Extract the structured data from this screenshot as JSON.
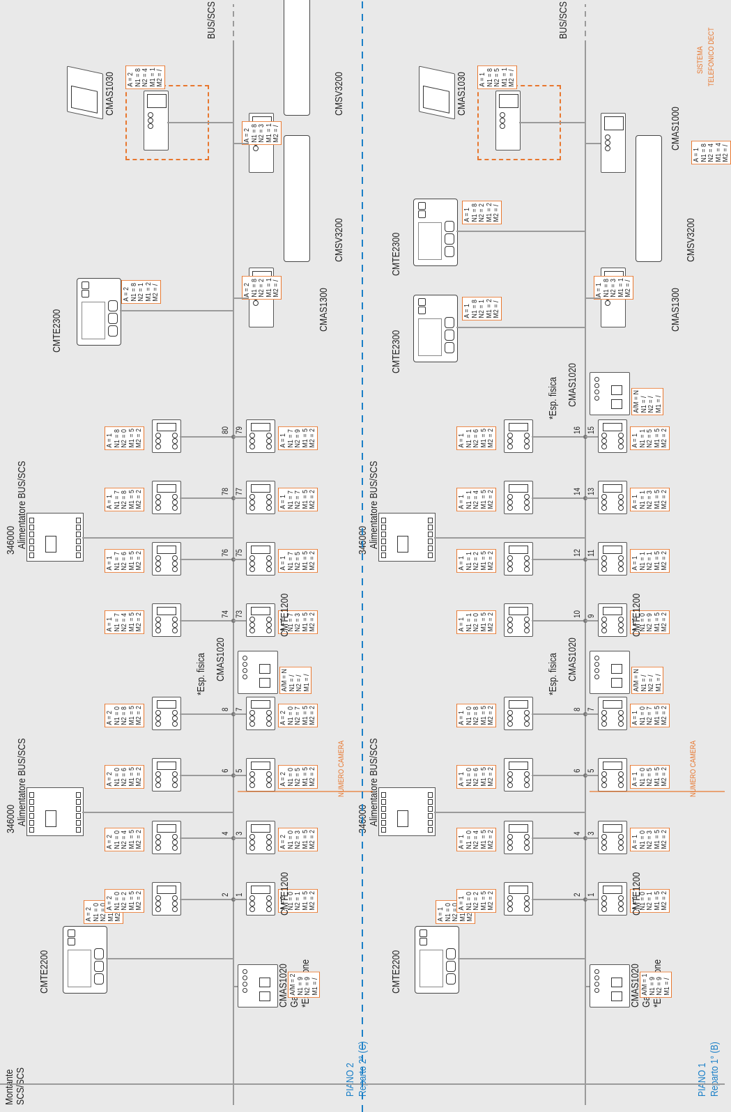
{
  "colors": {
    "accent": "#e8772e",
    "blue": "#1a7fc7",
    "bus": "#9a9a9a",
    "background": "#e9e9e9"
  },
  "riser": {
    "label1": "Montante",
    "label2": "SCS/SCS"
  },
  "sections": [
    {
      "title": "PIANO 2",
      "subtitle": "Reparto 2° (C)"
    },
    {
      "title": "PIANO 1",
      "subtitle": "Reparto 1° (B)"
    }
  ],
  "labels": {
    "bus": "BUS/SCS",
    "cmte2200": "CMTE2200",
    "cmte2300": "CMTE2300",
    "cmte1200": "CMTE1200",
    "cmas1020": "CMAS1020",
    "cmas1300": "CMAS1300",
    "cmas1030": "CMAS1030",
    "cmas1000": "CMAS1000",
    "cmsv3200": "CMSV3200",
    "psu_code": "346000",
    "psu_name": "Alimentatore  BUS/SCS",
    "gateway1": "*Espansione",
    "gateway2": "Gateway",
    "espfisica": "*Esp. fisica",
    "numero_camera": "NUMERO CAMERA",
    "dect1": "SISTEMA",
    "dect2": "TELEFONICO DECT"
  },
  "upper": {
    "gateway_cfg": [
      "A/M = 2",
      "N1 = 9",
      "N2 = 9",
      "M1 = /"
    ],
    "cmte2200_cfg": [
      "A = 2",
      "N1 = 0",
      "N2 = 0",
      "M1 = 1",
      "M2 = 0"
    ],
    "esp_cfg": [
      "A/M = N",
      "N1 = /",
      "N2 = /",
      "M1 = /"
    ],
    "cmte2300_cfg": [
      "A = 2",
      "N1 = 8",
      "N2 = 1",
      "M1 = 2",
      "M2 = /"
    ],
    "cmsv_a_cfg": [
      "A = 2",
      "N1 = 8",
      "N2 = 2",
      "M1 = 1",
      "M2 = /"
    ],
    "cmsv_b_cfg": [
      "A = 2",
      "N1 = 8",
      "N2 = 3",
      "M1 = 1",
      "M2 = /"
    ],
    "cmas1030_cfg": [
      "A = 2",
      "N1 = 8",
      "N2 = 4",
      "M1 = 1",
      "M2 = /"
    ],
    "rooms": [
      {
        "top": "2",
        "bot": "1",
        "top_cfg": [
          "A = 2",
          "N1 = 0",
          "N2 = 2",
          "M1 = 5",
          "M2 = 2"
        ],
        "bot_cfg": [
          "A = 2",
          "N1 = 0",
          "N2 = 1",
          "M1 = 5",
          "M2 = 2"
        ]
      },
      {
        "top": "4",
        "bot": "3",
        "top_cfg": [
          "A = 2",
          "N1 = 0",
          "N2 = 4",
          "M1 = 5",
          "M2 = 2"
        ],
        "bot_cfg": [
          "A = 2",
          "N1 = 0",
          "N2 = 3",
          "M1 = 5",
          "M2 = 2"
        ]
      },
      {
        "top": "6",
        "bot": "5",
        "top_cfg": [
          "A = 2",
          "N1 = 0",
          "N2 = 6",
          "M1 = 5",
          "M2 = 2"
        ],
        "bot_cfg": [
          "A = 2",
          "N1 = 0",
          "N2 = 5",
          "M1 = 5",
          "M2 = 2"
        ]
      },
      {
        "top": "8",
        "bot": "7",
        "top_cfg": [
          "A = 2",
          "N1 = 0",
          "N2 = 8",
          "M1 = 5",
          "M2 = 2"
        ],
        "bot_cfg": [
          "A = 2",
          "N1 = 0",
          "N2 = 7",
          "M1 = 5",
          "M2 = 2"
        ]
      },
      {
        "top": "74",
        "bot": "73",
        "top_cfg": [
          "A = 1",
          "N1 = 7",
          "N2 = 4",
          "M1 = 5",
          "M2 = 2"
        ],
        "bot_cfg": [
          "A = 1",
          "N1 = 7",
          "N2 = 3",
          "M1 = 5",
          "M2 = 2"
        ]
      },
      {
        "top": "76",
        "bot": "75",
        "top_cfg": [
          "A = 1",
          "N1 = 7",
          "N2 = 6",
          "M1 = 5",
          "M2 = 2"
        ],
        "bot_cfg": [
          "A = 1",
          "N1 = 7",
          "N2 = 5",
          "M1 = 5",
          "M2 = 2"
        ]
      },
      {
        "top": "78",
        "bot": "77",
        "top_cfg": [
          "A = 1",
          "N1 = 7",
          "N2 = 8",
          "M1 = 5",
          "M2 = 2"
        ],
        "bot_cfg": [
          "A = 1",
          "N1 = 7",
          "N2 = 7",
          "M1 = 5",
          "M2 = 2"
        ]
      },
      {
        "top": "80",
        "bot": "79",
        "top_cfg": [
          "A = 1",
          "N1 = 8",
          "N2 = 0",
          "M1 = 5",
          "M2 = 2"
        ],
        "bot_cfg": [
          "A = 1",
          "N1 = 7",
          "N2 = 9",
          "M1 = 5",
          "M2 = 2"
        ]
      }
    ]
  },
  "lower": {
    "gateway_cfg": [
      "A/M = 1",
      "N1 = 9",
      "N2 = 9",
      "M1 = /"
    ],
    "cmte2200_cfg": [
      "A = 1",
      "N1 = 0",
      "N2 = 0",
      "M1 = 1",
      "M2 = /"
    ],
    "esp_cfg": [
      "A/M = N",
      "N1 = /",
      "N2 = /",
      "M1 = /"
    ],
    "esp2_cfg": [
      "A/M = N",
      "N1 = /",
      "N2 = /",
      "M1 = /"
    ],
    "cmte2300a_cfg": [
      "A = 1",
      "N1 = 8",
      "N2 = 1",
      "M1 = 2",
      "M2 = /"
    ],
    "cmte2300b_cfg": [
      "A = 1",
      "N1 = 8",
      "N2 = 2",
      "M1 = 2",
      "M2 = /"
    ],
    "cmsv_cfg": [
      "A = 1",
      "N1 = 8",
      "N2 = 3",
      "M1 = 1",
      "M2 = /"
    ],
    "cmas1000_cfg": [
      "A = 1",
      "N1 = 8",
      "N2 = 4",
      "M1 = 4",
      "M2 = /"
    ],
    "cmas1030_cfg": [
      "A = 1",
      "N1 = 8",
      "N2 = 5",
      "M1 = 1",
      "M2 = /"
    ],
    "rooms": [
      {
        "top": "2",
        "bot": "1",
        "top_cfg": [
          "A = 1",
          "N1 = 0",
          "N2 = 2",
          "M1 = 5",
          "M2 = 2"
        ],
        "bot_cfg": [
          "A = 1",
          "N1 = 0",
          "N2 = 1",
          "M1 = 5",
          "M2 = 2"
        ]
      },
      {
        "top": "4",
        "bot": "3",
        "top_cfg": [
          "A = 1",
          "N1 = 0",
          "N2 = 4",
          "M1 = 5",
          "M2 = 2"
        ],
        "bot_cfg": [
          "A = 1",
          "N1 = 0",
          "N2 = 3",
          "M1 = 5",
          "M2 = 2"
        ]
      },
      {
        "top": "6",
        "bot": "5",
        "top_cfg": [
          "A = 1",
          "N1 = 0",
          "N2 = 6",
          "M1 = 5",
          "M2 = 2"
        ],
        "bot_cfg": [
          "A = 1",
          "N1 = 0",
          "N2 = 5",
          "M1 = 5",
          "M2 = 2"
        ]
      },
      {
        "top": "8",
        "bot": "7",
        "top_cfg": [
          "A = 1",
          "N1 = 0",
          "N2 = 8",
          "M1 = 5",
          "M2 = 2"
        ],
        "bot_cfg": [
          "A = 1",
          "N1 = 0",
          "N2 = 7",
          "M1 = 5",
          "M2 = 2"
        ]
      },
      {
        "top": "10",
        "bot": "9",
        "top_cfg": [
          "A = 1",
          "N1 = 1",
          "N2 = 0",
          "M1 = 5",
          "M2 = 2"
        ],
        "bot_cfg": [
          "A = 1",
          "N1 = 0",
          "N2 = 9",
          "M1 = 5",
          "M2 = 2"
        ]
      },
      {
        "top": "12",
        "bot": "11",
        "top_cfg": [
          "A = 1",
          "N1 = 1",
          "N2 = 2",
          "M1 = 5",
          "M2 = 2"
        ],
        "bot_cfg": [
          "A = 1",
          "N1 = 1",
          "N2 = 1",
          "M1 = 5",
          "M2 = 2"
        ]
      },
      {
        "top": "14",
        "bot": "13",
        "top_cfg": [
          "A = 1",
          "N1 = 1",
          "N2 = 4",
          "M1 = 5",
          "M2 = 2"
        ],
        "bot_cfg": [
          "A = 1",
          "N1 = 1",
          "N2 = 3",
          "M1 = 5",
          "M2 = 2"
        ]
      },
      {
        "top": "16",
        "bot": "15",
        "top_cfg": [
          "A = 1",
          "N1 = 1",
          "N2 = 6",
          "M1 = 5",
          "M2 = 2"
        ],
        "bot_cfg": [
          "A = 1",
          "N1 = 1",
          "N2 = 5",
          "M1 = 5",
          "M2 = 2"
        ]
      }
    ]
  }
}
